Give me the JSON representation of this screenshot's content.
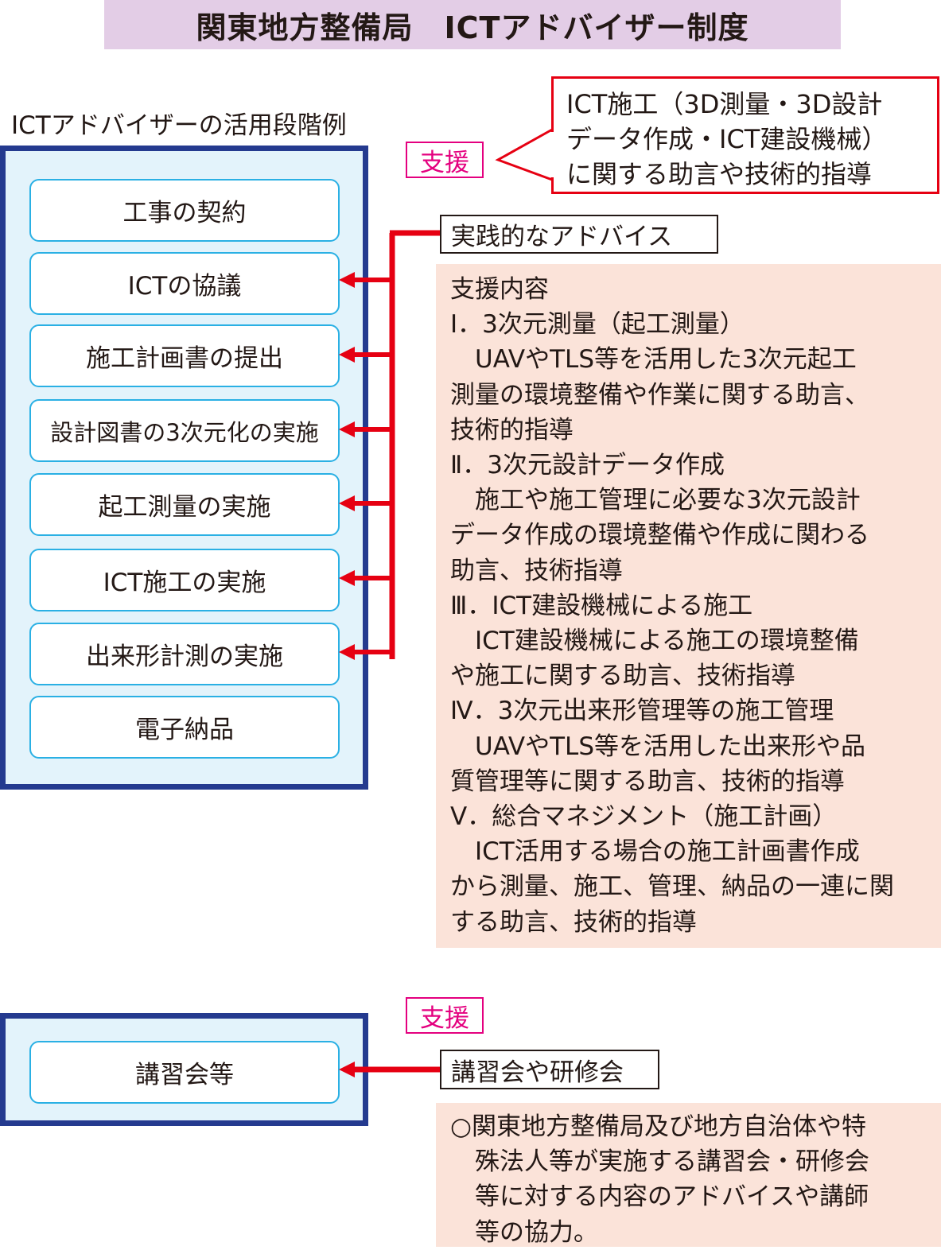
{
  "title": "関東地方整備局　ICTアドバイザー制度",
  "section_label": "ICTアドバイザーの活用段階例",
  "stages": [
    "工事の契約",
    "ICTの協議",
    "施工計画書の提出",
    "設計図書の3次元化の実施",
    "起工測量の実施",
    "ICT施工の実施",
    "出来形計測の実施",
    "電子納品"
  ],
  "support_tag": "支援",
  "callout_lines": [
    "ICT施工（3D測量・3D設計",
    "データ作成・ICT建設機械）",
    "に関する助言や技術的指導"
  ],
  "practical_advice_label": "実践的なアドバイス",
  "support_content_lines": [
    "支援内容",
    "Ⅰ．3次元測量（起工測量）",
    "　UAVやTLS等を活用した3次元起工",
    "測量の環境整備や作業に関する助言、",
    "技術的指導",
    "Ⅱ．3次元設計データ作成",
    "　施工や施工管理に必要な3次元設計",
    "データ作成の環境整備や作成に関わる",
    "助言、技術指導",
    "Ⅲ．ICT建設機械による施工",
    "　ICT建設機械による施工の環境整備",
    "や施工に関する助言、技術指導",
    "Ⅳ．3次元出来形管理等の施工管理",
    "　UAVやTLS等を活用した出来形や品",
    "質管理等に関する助言、技術的指導",
    "Ⅴ．総合マネジメント（施工計画）",
    "　ICT活用する場合の施工計画書作成",
    "から測量、施工、管理、納品の一連に関",
    "する助言、技術的指導"
  ],
  "bottom": {
    "stage": "講習会等",
    "support_tag": "支援",
    "label": "講習会や研修会",
    "content_lines": [
      "○関東地方整備局及び地方自治体や特",
      "　殊法人等が実施する講習会・研修会",
      "　等に対する内容のアドバイスや講師",
      "　等の協力。"
    ]
  },
  "colors": {
    "title_bg": "#e3cde6",
    "panel_border": "#243a8f",
    "panel_bg": "#e3f3fb",
    "stage_border": "#2ab0e4",
    "accent_red": "#e60012",
    "support_pink": "#e4007f",
    "content_bg": "#fbe3d9"
  }
}
